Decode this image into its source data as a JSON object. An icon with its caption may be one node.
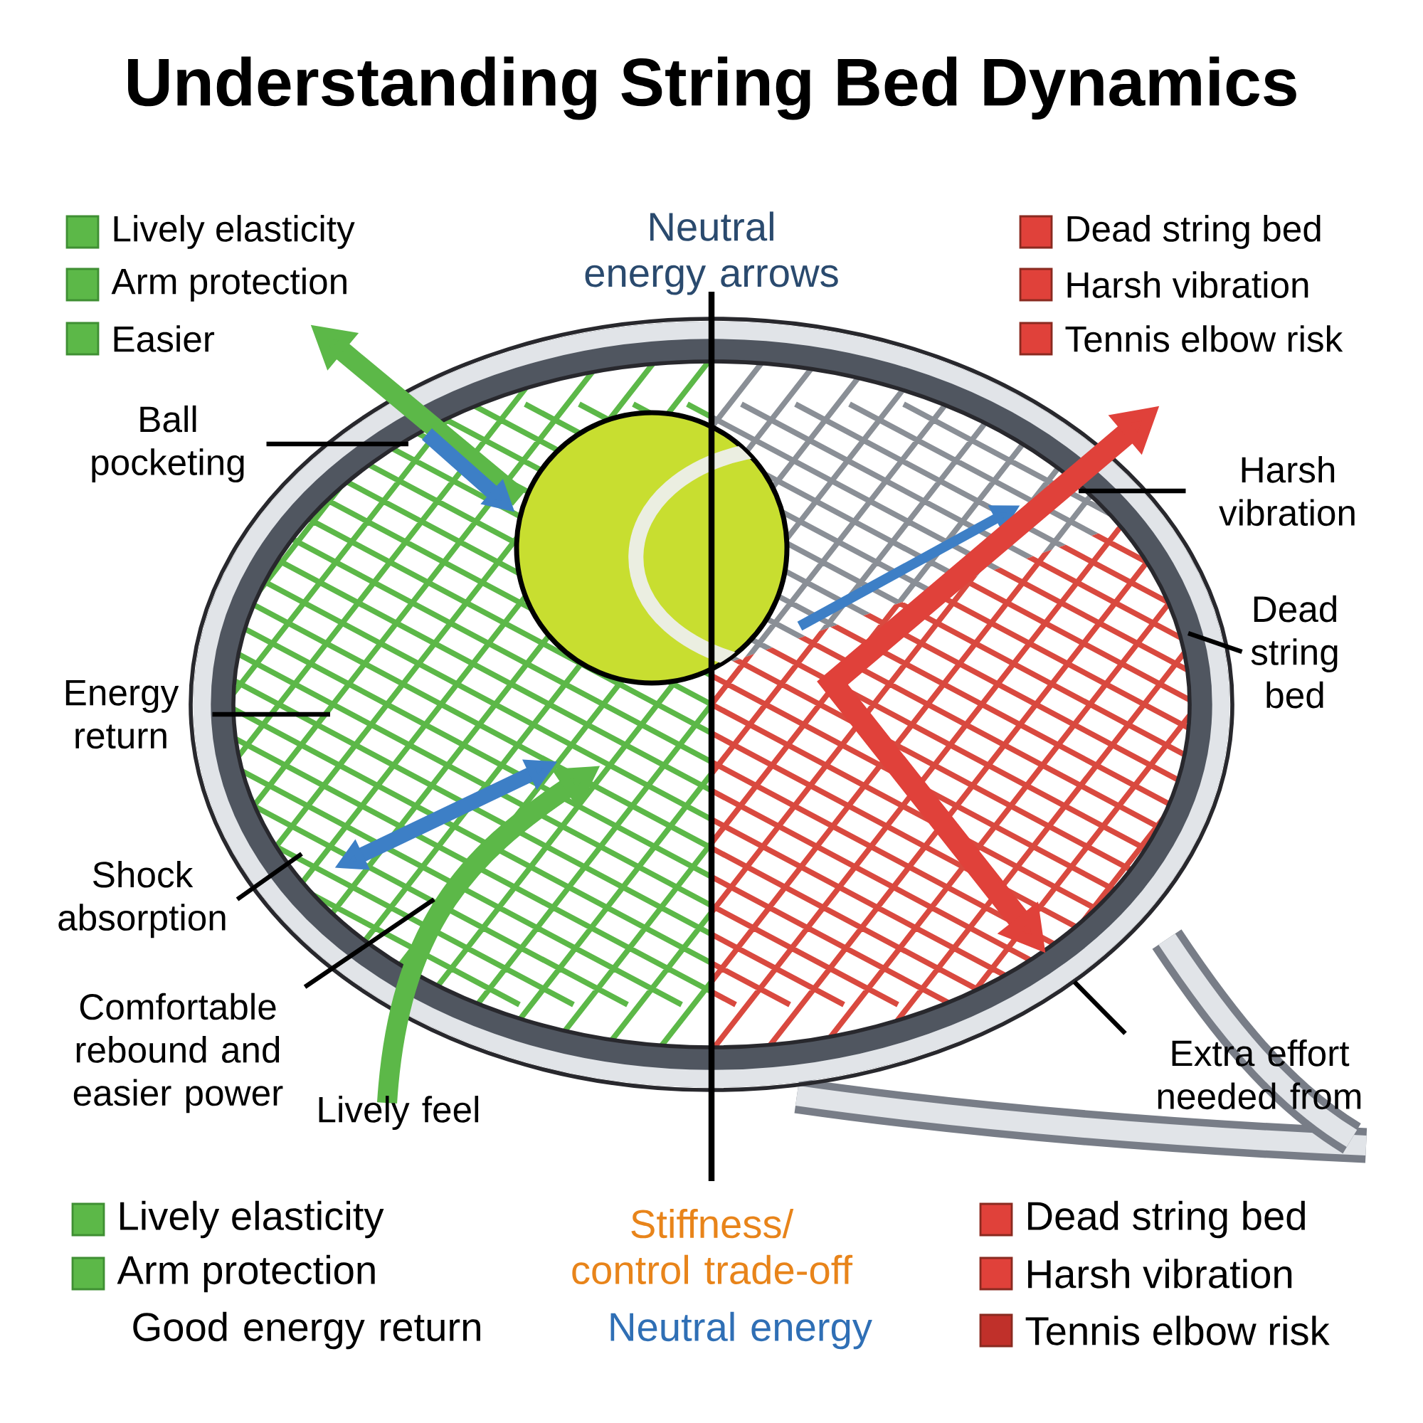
{
  "diagram": {
    "title": "Understanding String Bed Dynamics",
    "nodes": [
      {
        "text": [
          "Ball pocketing"
        ]
      },
      {
        "text": [
          "Energy return"
        ]
      },
      {
        "text": [
          "Shock absorption"
        ]
      },
      {
        "text": [
          "Comfortable rebound and easier power"
        ]
      },
      {
        "text": [
          "Harsh vibration"
        ]
      },
      {
        "text": [
          "Dead string bed"
        ]
      },
      {
        "text": [
          "Extra effort needed from"
        ]
      }
    ],
    "edges": [
      {
        "from": 0,
        "to": null,
        "arrow": "none"
      },
      {
        "from": 1,
        "to": null,
        "arrow": "none"
      },
      {
        "from": 2,
        "to": null,
        "arrow": "none"
      },
      {
        "from": 3,
        "to": null,
        "arrow": "none"
      },
      {
        "from": 4,
        "to": null,
        "arrow": "none"
      },
      {
        "from": 5,
        "to": null,
        "arrow": "none"
      },
      {
        "from": 6,
        "to": null,
        "arrow": "none"
      }
    ],
    "labels": [
      "Neutral energy arrows",
      "Lively feel",
      "Stiffness/ control trade-off",
      "Good energy return",
      "Neutral energy"
    ],
    "legend": [
      {
        "text": "Lively elasticity",
        "color": "#5cb848"
      },
      {
        "text": "Arm protection",
        "color": "#5cb848"
      },
      {
        "text": "Easier",
        "color": "#5cb848"
      },
      {
        "text": "Dead string bed",
        "color": "#e0413a"
      },
      {
        "text": "Harsh vibration",
        "color": "#e0413a"
      },
      {
        "text": "Tennis elbow risk",
        "color": "#e0413a"
      },
      {
        "text": "Lively elasticity",
        "color": "#5cb848"
      },
      {
        "text": "Arm protection",
        "color": "#5cb848"
      },
      {
        "text": "Dead string bed",
        "color": "#e0413a"
      },
      {
        "text": "Harsh vibration",
        "color": "#e0413a"
      },
      {
        "text": "Tennis elbow risk",
        "color": "#c0302a"
      }
    ]
  }
}
